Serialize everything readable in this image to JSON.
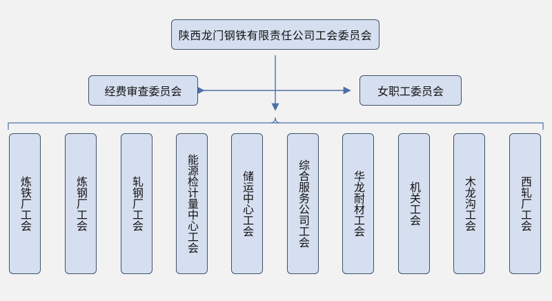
{
  "top": "陕西龙门钢铁有限责任公司工会委员会",
  "left_committee": "经费审查委员会",
  "right_committee": "女职工委员会",
  "units": [
    "炼铁厂工会",
    "炼钢厂工会",
    "轧钢厂工会",
    "能源检计量中心工会",
    "储运中心工会",
    "综合服务公司工会",
    "华龙耐材工会",
    "机关工会",
    "木龙沟工会",
    "西轧厂工会"
  ],
  "colors": {
    "box_fill": "#d6dff0",
    "box_border": "#3f4f66",
    "line": "#4d6fa8"
  }
}
